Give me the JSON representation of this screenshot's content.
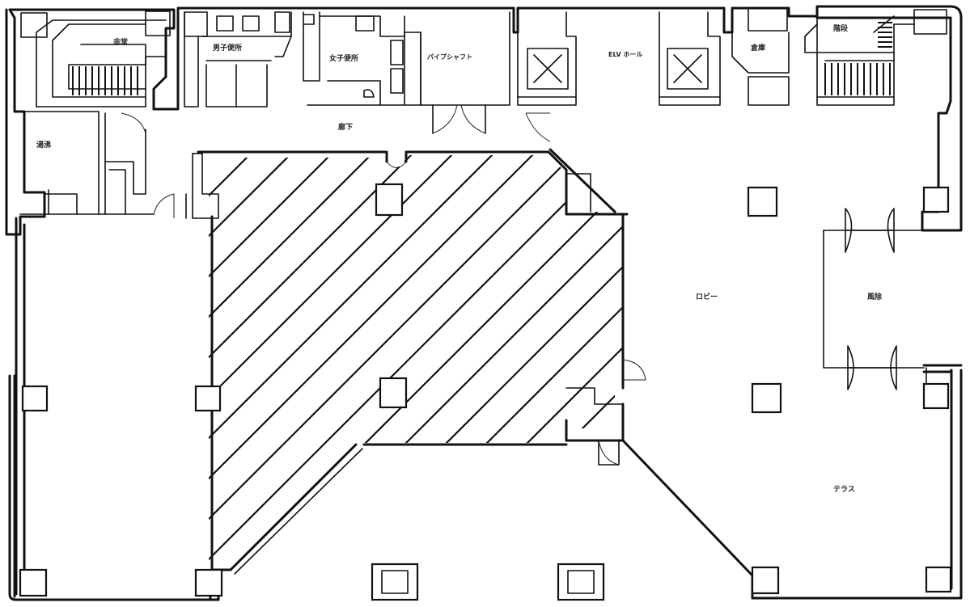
{
  "floor_plan": {
    "labels": {
      "stair_left": "非常",
      "toilet_male": "男子便所",
      "toilet_female": "女子便所",
      "pipe_space": "パイプシャフト",
      "elevator_hall": "ELV\nホール",
      "stair_right": "階段",
      "storage": "倉庫",
      "corridor": "廊下",
      "room_small": "湯沸",
      "lobby": "ロビー",
      "entrance": "風除",
      "terrace": "テラス"
    }
  }
}
